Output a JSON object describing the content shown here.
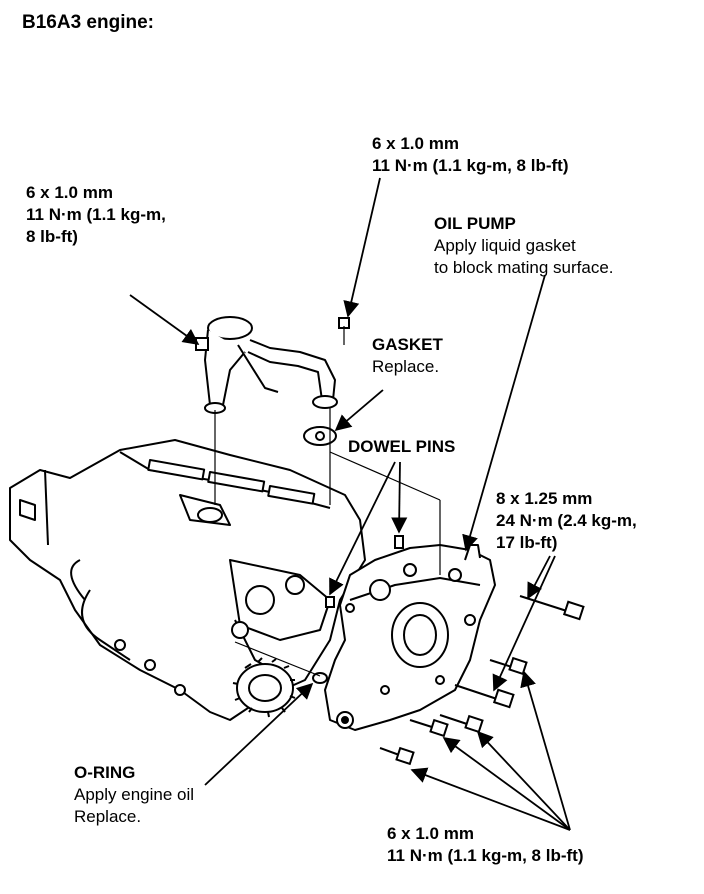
{
  "title": "B16A3 engine:",
  "callouts": {
    "top_bolt": {
      "size": "6 x 1.0 mm",
      "torque": "11 N·m (1.1 kg-m, 8 lb-ft)"
    },
    "left_bolt": {
      "size": "6 x 1.0 mm",
      "torque_1": "11 N·m (1.1 kg-m,",
      "torque_2": "8 lb-ft)"
    },
    "oil_pump": {
      "name": "OIL PUMP",
      "note_1": "Apply liquid gasket",
      "note_2": "to block mating surface."
    },
    "gasket": {
      "name": "GASKET",
      "note": "Replace."
    },
    "dowel_pins": {
      "name": "DOWEL PINS"
    },
    "big_bolt": {
      "size": "8 x 1.25 mm",
      "torque_1": "24 N·m (2.4 kg-m,",
      "torque_2": "17 lb-ft)"
    },
    "o_ring": {
      "name": "O-RING",
      "note_1": "Apply engine oil",
      "note_2": "Replace."
    },
    "bottom_bolt": {
      "size": "6 x 1.0 mm",
      "torque": "11 N·m (1.1 kg-m, 8 lb-ft)"
    }
  },
  "colors": {
    "ink": "#000000",
    "paper": "#ffffff"
  }
}
